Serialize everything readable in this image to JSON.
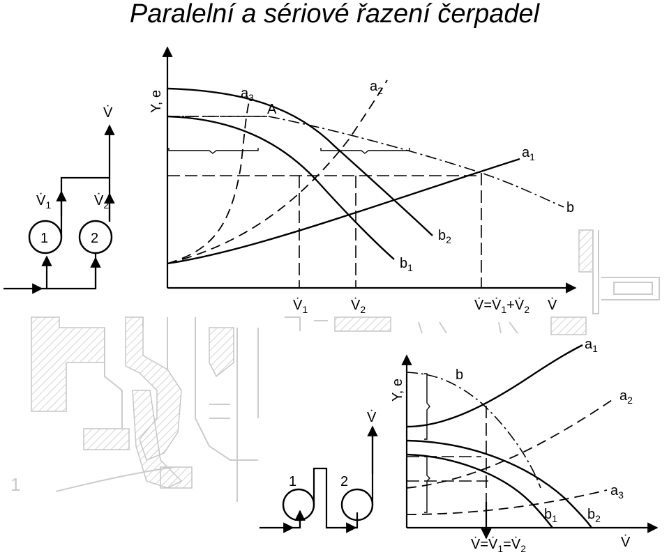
{
  "title": "Paralelní a sériové řazení čerpadel",
  "parallel": {
    "axis_y": "Y, e",
    "axis_x": "V̇",
    "point_a": "A",
    "curves": {
      "a1": "a",
      "a1_sub": "1",
      "a2": "a",
      "a2_sub": "2",
      "a3": "a",
      "a3_sub": "3",
      "b": "b",
      "b1": "b",
      "b1_sub": "1",
      "b2": "b",
      "b2_sub": "2"
    },
    "ticks": {
      "v1": "V̇",
      "v1_sub": "1",
      "v2": "V̇",
      "v2_sub": "2",
      "vsum_a": "V̇=V̇",
      "vsum_a_sub": "1",
      "vsum_b": "+V̇",
      "vsum_b_sub": "2"
    }
  },
  "series": {
    "axis_y": "Y, e",
    "axis_x": "V̇",
    "curves": {
      "a1": "a",
      "a1_sub": "1",
      "a2": "a",
      "a2_sub": "2",
      "a3": "a",
      "a3_sub": "3",
      "b": "b",
      "b1": "b",
      "b1_sub": "1",
      "b2": "b",
      "b2_sub": "2"
    },
    "tick": {
      "vsum_a": "V̇=V̇",
      "vsum_a_sub": "1",
      "vsum_b": "=V̇",
      "vsum_b_sub": "2"
    }
  },
  "schematic_parallel": {
    "pump1": "1",
    "pump2": "2",
    "flow_total": "V̇",
    "flow1": "V̇",
    "flow1_sub": "1",
    "flow2": "V̇",
    "flow2_sub": "2"
  },
  "schematic_series": {
    "pump1": "1",
    "pump2": "2",
    "flow_total": "V̇"
  },
  "background": {
    "label": "1"
  }
}
